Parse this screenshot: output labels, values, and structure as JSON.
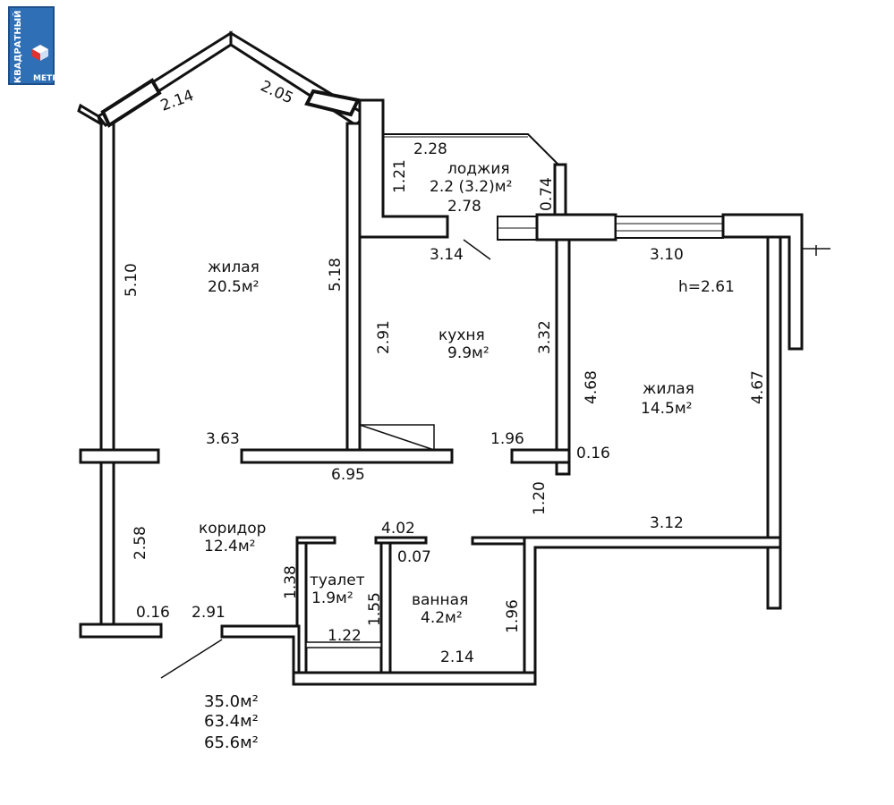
{
  "logo": {
    "line1": "КВАДРАТНЫЙ",
    "line2": "МЕТР"
  },
  "rooms": {
    "living1": {
      "name": "жилая",
      "area": "20.5м²"
    },
    "loggia": {
      "name": "лоджия",
      "area": "2.2 (3.2)м²"
    },
    "kitchen": {
      "name": "кухня",
      "area": "9.9м²"
    },
    "living2": {
      "name": "жилая",
      "area": "14.5м²"
    },
    "corridor": {
      "name": "коридор",
      "area": "12.4м²"
    },
    "toilet": {
      "name": "туалет",
      "area": "1.9м²"
    },
    "bath": {
      "name": "ванная",
      "area": "4.2м²"
    }
  },
  "ceiling": "h=2.61",
  "dimensions": {
    "d_2_14_top": "2.14",
    "d_2_05": "2.05",
    "d_2_28": "2.28",
    "d_1_21": "1.21",
    "d_0_74": "0.74",
    "d_2_78": "2.78",
    "d_3_14": "3.14",
    "d_3_10": "3.10",
    "d_5_10": "5.10",
    "d_5_18": "5.18",
    "d_2_91_kitchen": "2.91",
    "d_3_32": "3.32",
    "d_4_68": "4.68",
    "d_4_67": "4.67",
    "d_3_63": "3.63",
    "d_1_96_mid": "1.96",
    "d_0_16_mid": "0.16",
    "d_6_95": "6.95",
    "d_1_20": "1.20",
    "d_4_02": "4.02",
    "d_3_12": "3.12",
    "d_0_07": "0.07",
    "d_2_58": "2.58",
    "d_1_38": "1.38",
    "d_1_55": "1.55",
    "d_1_96_bath": "1.96",
    "d_0_16_low": "0.16",
    "d_2_91_low": "2.91",
    "d_1_22": "1.22",
    "d_2_14_bath": "2.14"
  },
  "totals": {
    "living": "35.0м²",
    "total": "63.4м²",
    "total_loggia": "65.6м²"
  }
}
